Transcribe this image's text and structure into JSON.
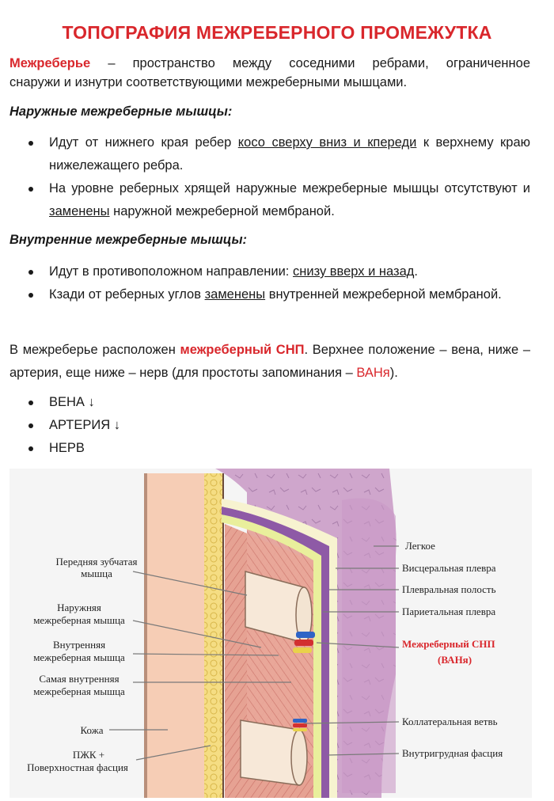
{
  "title": "ТОПОГРАФИЯ МЕЖРЕБЕРНОГО ПРОМЕЖУТКА",
  "intro": {
    "term": "Межреберье",
    "line1_rest": " – пространство между соседними ребрами, ограниченное",
    "line2": "снаружи и изнутри соответствующими межреберными мышцами."
  },
  "external": {
    "heading": "Наружные межреберные мышцы:",
    "b1_a": "Идут от нижнего края ребер ",
    "b1_u": "косо сверху вниз и кпереди",
    "b1_b": " к верхнему краю нижележащего ребра.",
    "b2_a": "На уровне реберных хрящей наружные межреберные мышцы отсутствуют и ",
    "b2_u": "заменены",
    "b2_b": " наружной межреберной мембраной."
  },
  "internal": {
    "heading": "Внутренние межреберные мышцы:",
    "b1_a": "Идут в противоположном направлении: ",
    "b1_u": "снизу вверх и назад",
    "b1_b": ".",
    "b2_a": "Кзади от реберных углов ",
    "b2_u": "заменены",
    "b2_b": " внутренней межреберной мембраной."
  },
  "snp_paragraph": {
    "a": "В межреберье расположен ",
    "red": "межреберный СНП",
    "b": ". Верхнее положение – вена, ниже – артерия, еще ниже – нерв (для простоты запоминания – ",
    "mnemonic": "ВАНя",
    "c": ")."
  },
  "order_list": [
    "ВЕНА ↓",
    "АРТЕРИЯ ↓",
    "НЕРВ"
  ],
  "figure": {
    "left_labels": {
      "serratus": [
        "Передняя зубчатая",
        "мышца"
      ],
      "external": [
        "Наружняя",
        "межреберная мышца"
      ],
      "internal": [
        "Внутренняя",
        "межреберная мышца"
      ],
      "innermost": [
        "Самая внутренняя",
        "межреберная мышца"
      ],
      "skin": "Кожа",
      "fat": [
        "ПЖК +",
        "Поверхностная фасция"
      ]
    },
    "right_labels": {
      "lung": "Легкое",
      "visceral": "Висцеральная плевра",
      "cavity": "Плевральная полость",
      "parietal": "Париетальная плевра",
      "snp": [
        "Межреберный СНП",
        "(ВАНя)"
      ],
      "collateral": "Коллатеральная ветвь",
      "fascia": "Внутригрудная фасция"
    },
    "colors": {
      "accent_red": "#d9272c",
      "lung": "#cfa6cc",
      "skin": "#f6cdb5",
      "fat": "#f5dd83",
      "muscle": "#e8a79b",
      "pleura_purple": "#8e5aa6"
    }
  }
}
